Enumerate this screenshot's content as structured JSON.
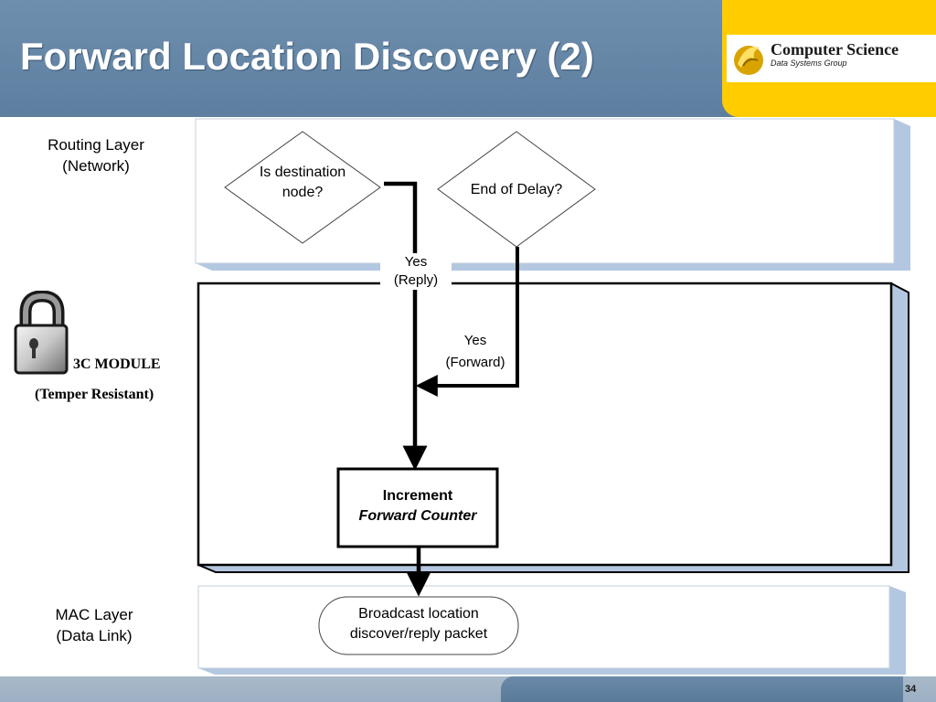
{
  "slide": {
    "title": "Forward Location Discovery (2)",
    "page_number": "34"
  },
  "logo": {
    "title": "Computer Science",
    "subtitle": "Data Systems Group"
  },
  "layers": {
    "routing": {
      "line1": "Routing Layer",
      "line2": "(Network)"
    },
    "module": {
      "line1": "3C MODULE",
      "line2": "(Temper Resistant)"
    },
    "mac": {
      "line1": "MAC Layer",
      "line2": "(Data Link)"
    }
  },
  "nodes": {
    "is_destination": {
      "line1": "Is destination",
      "line2": "node?"
    },
    "end_of_delay": {
      "label": "End of Delay?"
    },
    "increment": {
      "line1": "Increment",
      "line2": "Forward Counter"
    },
    "broadcast": {
      "line1": "Broadcast location",
      "line2": "discover/reply packet"
    }
  },
  "edges": {
    "yes_reply": {
      "line1": "Yes",
      "line2": "(Reply)"
    },
    "yes_forward": {
      "line1": "Yes",
      "line2": "(Forward)"
    }
  },
  "colors": {
    "header": "#6385a6",
    "logo_bg": "#ffcc00",
    "panel_shadow": "#b3c7e0"
  },
  "icons": {
    "padlock": "padlock-icon",
    "logo": "pegasus-logo-icon"
  }
}
